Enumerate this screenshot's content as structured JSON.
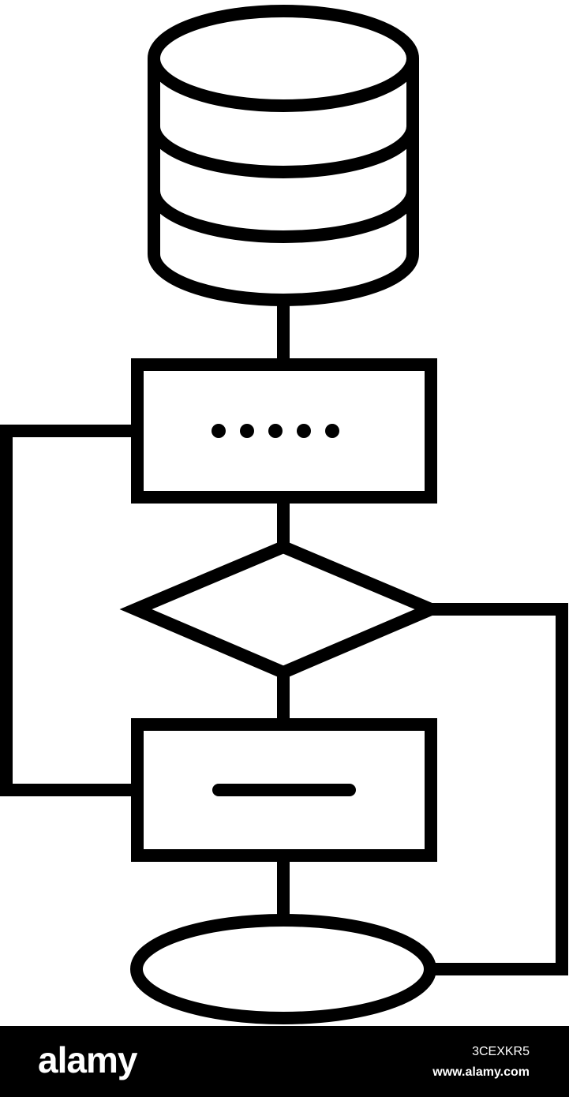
{
  "diagram": {
    "stroke_color": "#000000",
    "background_color": "#ffffff",
    "nodes": [
      {
        "id": "database",
        "shape": "cylinder",
        "icon": "database-icon"
      },
      {
        "id": "process-1",
        "shape": "rectangle",
        "content": "ellipsis-dots"
      },
      {
        "id": "decision",
        "shape": "diamond"
      },
      {
        "id": "process-2",
        "shape": "rectangle",
        "content": "dash-line"
      },
      {
        "id": "terminator",
        "shape": "ellipse"
      }
    ],
    "edges": [
      {
        "from": "database",
        "to": "process-1"
      },
      {
        "from": "process-1",
        "to": "decision"
      },
      {
        "from": "decision",
        "to": "process-2"
      },
      {
        "from": "process-2",
        "to": "terminator"
      },
      {
        "from": "process-2",
        "to": "process-1",
        "route": "left-loop"
      },
      {
        "from": "decision",
        "to": "terminator",
        "route": "right-loop"
      }
    ]
  },
  "footer": {
    "brand": "alamy",
    "image_id": "3CEXKR5",
    "url": "www.alamy.com",
    "background_color": "#000000",
    "text_color": "#ffffff"
  }
}
